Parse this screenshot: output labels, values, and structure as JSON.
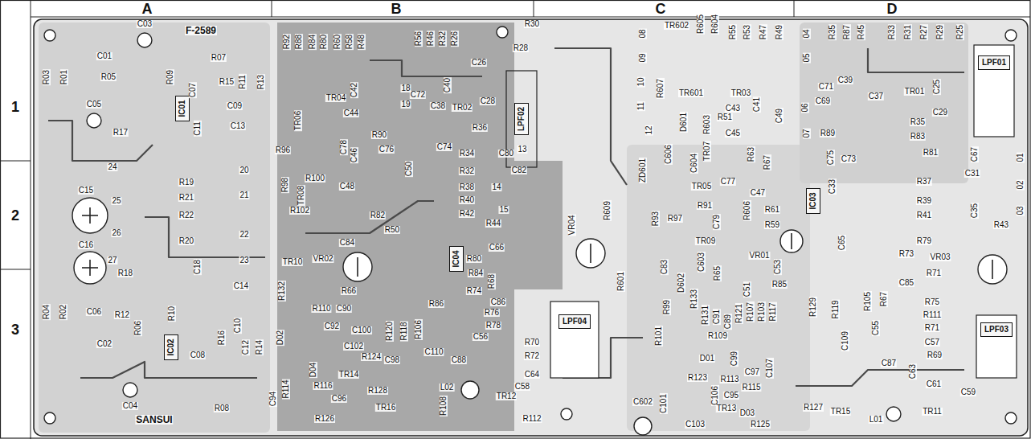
{
  "diagram": {
    "nodes": [
      {
        "text": [
          "IC01"
        ]
      },
      {
        "text": [
          "LPF02"
        ]
      },
      {
        "text": [
          "LPF01"
        ]
      },
      {
        "text": [
          "IC03"
        ]
      },
      {
        "text": [
          "IC02"
        ]
      },
      {
        "text": [
          "IC04"
        ]
      },
      {
        "text": [
          "LPF04"
        ]
      },
      {
        "text": [
          "LPF03"
        ]
      }
    ],
    "labels": [
      "A",
      "B",
      "C",
      "D",
      "1",
      "2",
      "3",
      "F-2589",
      "SANSUI",
      "C03",
      "R07",
      "C01",
      "R05",
      "R09",
      "R15",
      "C07",
      "R11",
      "R13",
      "C09",
      "R03",
      "R01",
      "C05",
      "R17",
      "C13",
      "C11",
      "24",
      "25",
      "26",
      "27",
      "20",
      "21",
      "22",
      "23",
      "C15",
      "R19",
      "R21",
      "R22",
      "R20",
      "C16",
      "R18",
      "C18",
      "C14",
      "C06",
      "R04",
      "R02",
      "C02",
      "R12",
      "R06",
      "R10",
      "R16",
      "C10",
      "C12",
      "R14",
      "C08",
      "C04",
      "R08",
      "R92",
      "R88",
      "R84",
      "R80",
      "R60",
      "R58",
      "R48",
      "R56",
      "R46",
      "R32",
      "R26",
      "C26",
      "C72",
      "C40",
      "C28",
      "C38",
      "TR02",
      "C42",
      "TR04",
      "C44",
      "TR06",
      "18",
      "19",
      "R90",
      "R36",
      "C76",
      "C74",
      "R34",
      "C80",
      "C82",
      "R32",
      "R38",
      "R40",
      "R42",
      "R44",
      "13",
      "14",
      "15",
      "R96",
      "R98",
      "TR08",
      "R100",
      "R102",
      "C78",
      "C46",
      "C48",
      "R82",
      "R50",
      "C50",
      "C84",
      "TR10",
      "VR02",
      "R66",
      "C66",
      "R80",
      "R84",
      "R74",
      "C86",
      "R76",
      "R78",
      "R86",
      "R68",
      "R132",
      "R110",
      "C90",
      "C92",
      "C100",
      "C102",
      "D02",
      "R124",
      "C98",
      "R120",
      "R118",
      "R106",
      "C56",
      "C110",
      "C88",
      "R70",
      "R72",
      "C64",
      "TR12",
      "C58",
      "R112",
      "L02",
      "C94",
      "R114",
      "D04",
      "R116",
      "C96",
      "R128",
      "TR14",
      "TR16",
      "R126",
      "R108",
      "R30",
      "R28",
      "VR04",
      "TR602",
      "R605",
      "R604",
      "R55",
      "R53",
      "R47",
      "R49",
      "08",
      "09",
      "10",
      "11",
      "12",
      "R607",
      "TR601",
      "TR03",
      "R51",
      "C43",
      "C41",
      "C45",
      "R603",
      "D601",
      "C606",
      "C604",
      "ZD601",
      "R609",
      "R63",
      "R67",
      "C49",
      "C77",
      "C47",
      "R61",
      "R59",
      "TR05",
      "R91",
      "R606",
      "C79",
      "TR07",
      "C603",
      "R65",
      "TR09",
      "R93",
      "R97",
      "VR01",
      "C53",
      "R85",
      "R601",
      "C83",
      "R99",
      "R101",
      "D602",
      "R133",
      "R131",
      "C91",
      "C89",
      "R121",
      "C51",
      "R109",
      "D01",
      "C99",
      "C97",
      "R107",
      "R103",
      "R117",
      "R123",
      "R113",
      "R115",
      "C95",
      "C106",
      "D03",
      "R125",
      "C101",
      "C103",
      "C602",
      "TR13",
      "C65",
      "C75",
      "C73",
      "C33",
      "R89",
      "C69",
      "C71",
      "C39",
      "05",
      "04",
      "06",
      "07",
      "R35",
      "R87",
      "R45",
      "R33",
      "R31",
      "R27",
      "R29",
      "R25",
      "TR01",
      "C37",
      "C25",
      "C29",
      "R35",
      "R83",
      "R81",
      "R37",
      "R39",
      "R41",
      "C67",
      "C31",
      "C35",
      "01",
      "02",
      "03",
      "R43",
      "R79",
      "R73",
      "VR03",
      "R71",
      "C85",
      "R75",
      "R111",
      "R71",
      "C57",
      "R69",
      "C63",
      "C61",
      "C59",
      "R67",
      "C55",
      "R105",
      "R119",
      "R129",
      "C109",
      "C87",
      "R127",
      "TR15",
      "L01",
      "TR11",
      "C107"
    ]
  }
}
